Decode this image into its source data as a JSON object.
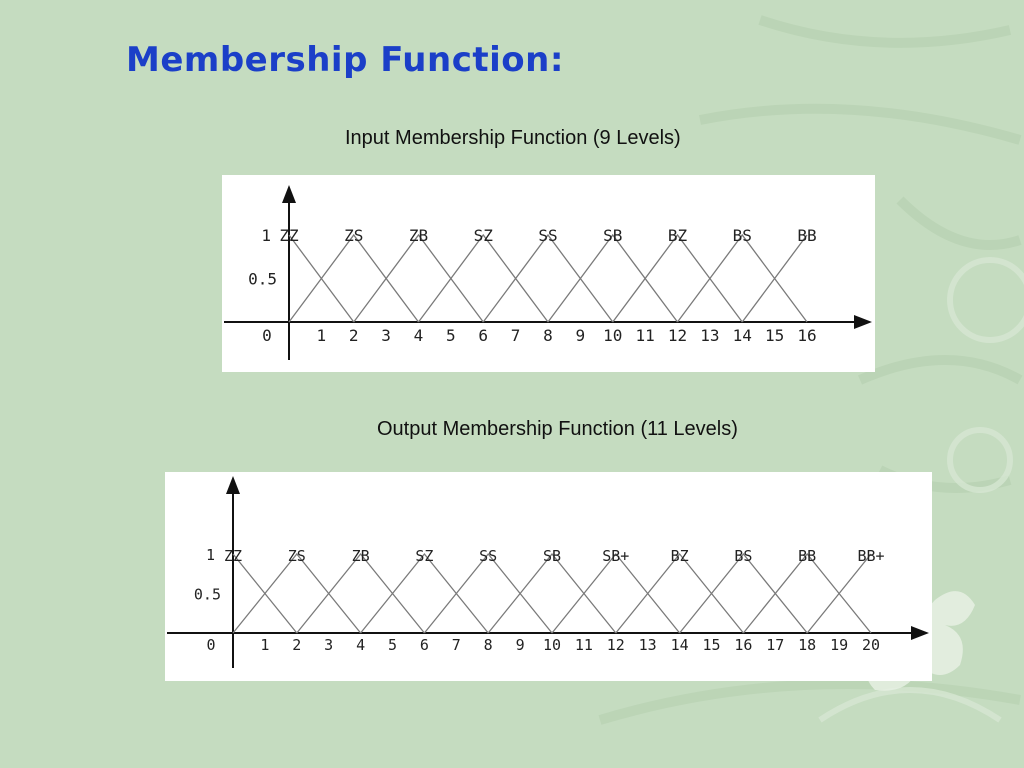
{
  "slide": {
    "title": "Membership Function:"
  },
  "colors": {
    "background": "#c5dcc0",
    "title": "#1b3fc8",
    "axis": "#111111",
    "curve": "#7a7a7a"
  },
  "chart_data": [
    {
      "type": "line",
      "title": "Input Membership Function (9 Levels)",
      "xlabel": "",
      "ylabel": "",
      "xlim": [
        0,
        16
      ],
      "ylim": [
        0,
        1
      ],
      "x_ticks": [
        0,
        1,
        2,
        3,
        4,
        5,
        6,
        7,
        8,
        9,
        10,
        11,
        12,
        13,
        14,
        15,
        16
      ],
      "x_tick_labels": [
        "0",
        "1",
        "2",
        "3",
        "4",
        "5",
        "6",
        "7",
        "8",
        "9",
        "10",
        "11",
        "12",
        "13",
        "14",
        "15",
        "16"
      ],
      "y_tick_labels": [
        "0.5",
        "1"
      ],
      "grid": false,
      "series": [
        {
          "name": "ZZ",
          "x": [
            0,
            2
          ],
          "y": [
            1,
            0
          ]
        },
        {
          "name": "ZS",
          "x": [
            0,
            2,
            4
          ],
          "y": [
            0,
            1,
            0
          ]
        },
        {
          "name": "ZB",
          "x": [
            2,
            4,
            6
          ],
          "y": [
            0,
            1,
            0
          ]
        },
        {
          "name": "SZ",
          "x": [
            4,
            6,
            8
          ],
          "y": [
            0,
            1,
            0
          ]
        },
        {
          "name": "SS",
          "x": [
            6,
            8,
            10
          ],
          "y": [
            0,
            1,
            0
          ]
        },
        {
          "name": "SB",
          "x": [
            8,
            10,
            12
          ],
          "y": [
            0,
            1,
            0
          ]
        },
        {
          "name": "BZ",
          "x": [
            10,
            12,
            14
          ],
          "y": [
            0,
            1,
            0
          ]
        },
        {
          "name": "BS",
          "x": [
            12,
            14,
            16
          ],
          "y": [
            0,
            1,
            0
          ]
        },
        {
          "name": "BB",
          "x": [
            14,
            16
          ],
          "y": [
            0,
            1
          ]
        }
      ]
    },
    {
      "type": "line",
      "title": "Output Membership Function (11 Levels)",
      "xlabel": "",
      "ylabel": "",
      "xlim": [
        0,
        20
      ],
      "ylim": [
        0,
        1
      ],
      "x_ticks": [
        0,
        1,
        2,
        3,
        4,
        5,
        6,
        7,
        8,
        9,
        10,
        11,
        12,
        13,
        14,
        15,
        16,
        17,
        18,
        19,
        20
      ],
      "x_tick_labels": [
        "0",
        "1",
        "2",
        "3",
        "4",
        "5",
        "6",
        "7",
        "8",
        "9",
        "10",
        "11",
        "12",
        "13",
        "14",
        "15",
        "16",
        "17",
        "18",
        "19",
        "20"
      ],
      "y_tick_labels": [
        "0.5",
        "1"
      ],
      "grid": false,
      "series": [
        {
          "name": "ZZ",
          "x": [
            0,
            2
          ],
          "y": [
            1,
            0
          ]
        },
        {
          "name": "ZS",
          "x": [
            0,
            2,
            4
          ],
          "y": [
            0,
            1,
            0
          ]
        },
        {
          "name": "ZB",
          "x": [
            2,
            4,
            6
          ],
          "y": [
            0,
            1,
            0
          ]
        },
        {
          "name": "SZ",
          "x": [
            4,
            6,
            8
          ],
          "y": [
            0,
            1,
            0
          ]
        },
        {
          "name": "SS",
          "x": [
            6,
            8,
            10
          ],
          "y": [
            0,
            1,
            0
          ]
        },
        {
          "name": "SB",
          "x": [
            8,
            10,
            12
          ],
          "y": [
            0,
            1,
            0
          ]
        },
        {
          "name": "SB+",
          "x": [
            10,
            12,
            14
          ],
          "y": [
            0,
            1,
            0
          ]
        },
        {
          "name": "BZ",
          "x": [
            12,
            14,
            16
          ],
          "y": [
            0,
            1,
            0
          ]
        },
        {
          "name": "BS",
          "x": [
            14,
            16,
            18
          ],
          "y": [
            0,
            1,
            0
          ]
        },
        {
          "name": "BB",
          "x": [
            16,
            18,
            20
          ],
          "y": [
            0,
            1,
            0
          ]
        },
        {
          "name": "BB+",
          "x": [
            18,
            20
          ],
          "y": [
            0,
            1
          ]
        }
      ]
    }
  ]
}
